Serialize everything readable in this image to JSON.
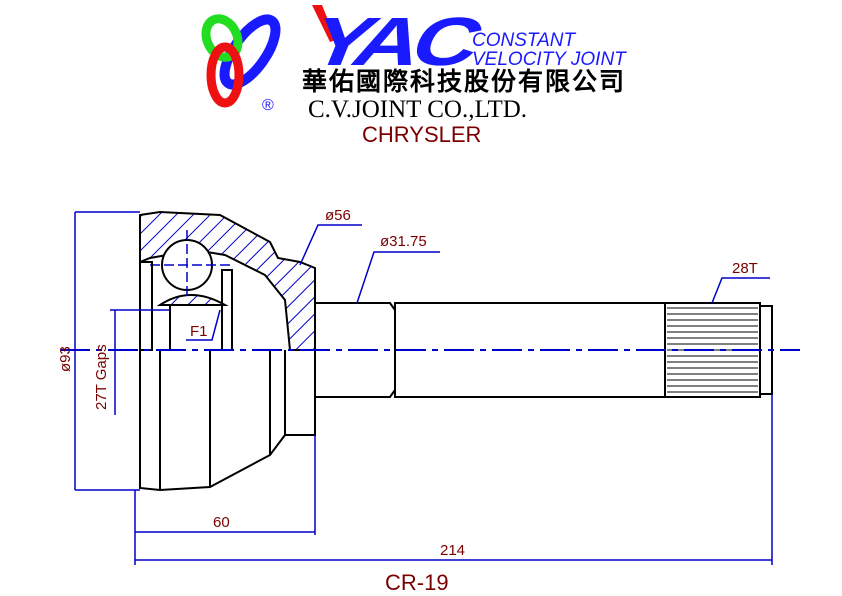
{
  "header": {
    "brand_logo_text": "YAC",
    "tagline_line1": "CONSTANT",
    "tagline_line2": "VELOCITY JOINT",
    "company_chinese": "華佑國際科技股份有限公司",
    "company_english": "C.V.JOINT CO.,LTD.",
    "make": "CHRYSLER",
    "registered_mark": "®"
  },
  "dimensions": {
    "outer_diameter": "ø56",
    "shaft_diameter": "ø31.75",
    "outer_spline": "28T",
    "bell_diameter": "ø93",
    "inner_spline": "27T Gaps",
    "feature": "F1",
    "bell_length": "60",
    "overall_length": "214"
  },
  "part_number": "CR-19",
  "colors": {
    "dimension_text": "#7a0000",
    "dimension_line": "#0000cc",
    "brand_blue": "#1a1aff",
    "brand_red": "#ee1111",
    "brand_green": "#22dd22"
  }
}
